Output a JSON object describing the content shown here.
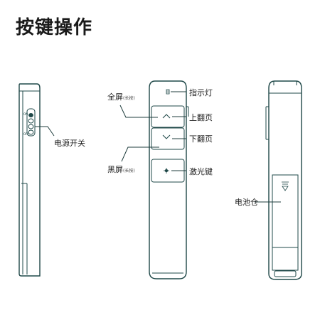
{
  "title": "按键操作",
  "labels": {
    "indicator": "指示灯",
    "fullscreen": "全屏",
    "fullscreen_note": "(长按)",
    "page_up": "上翻页",
    "page_down": "下翻页",
    "blackscreen": "黑屏",
    "blackscreen_note": "(长按)",
    "laser": "激光键",
    "power_switch": "电源开关",
    "battery": "电池仓"
  },
  "colors": {
    "outline": "#1f4848",
    "text": "#1e1e1e"
  }
}
